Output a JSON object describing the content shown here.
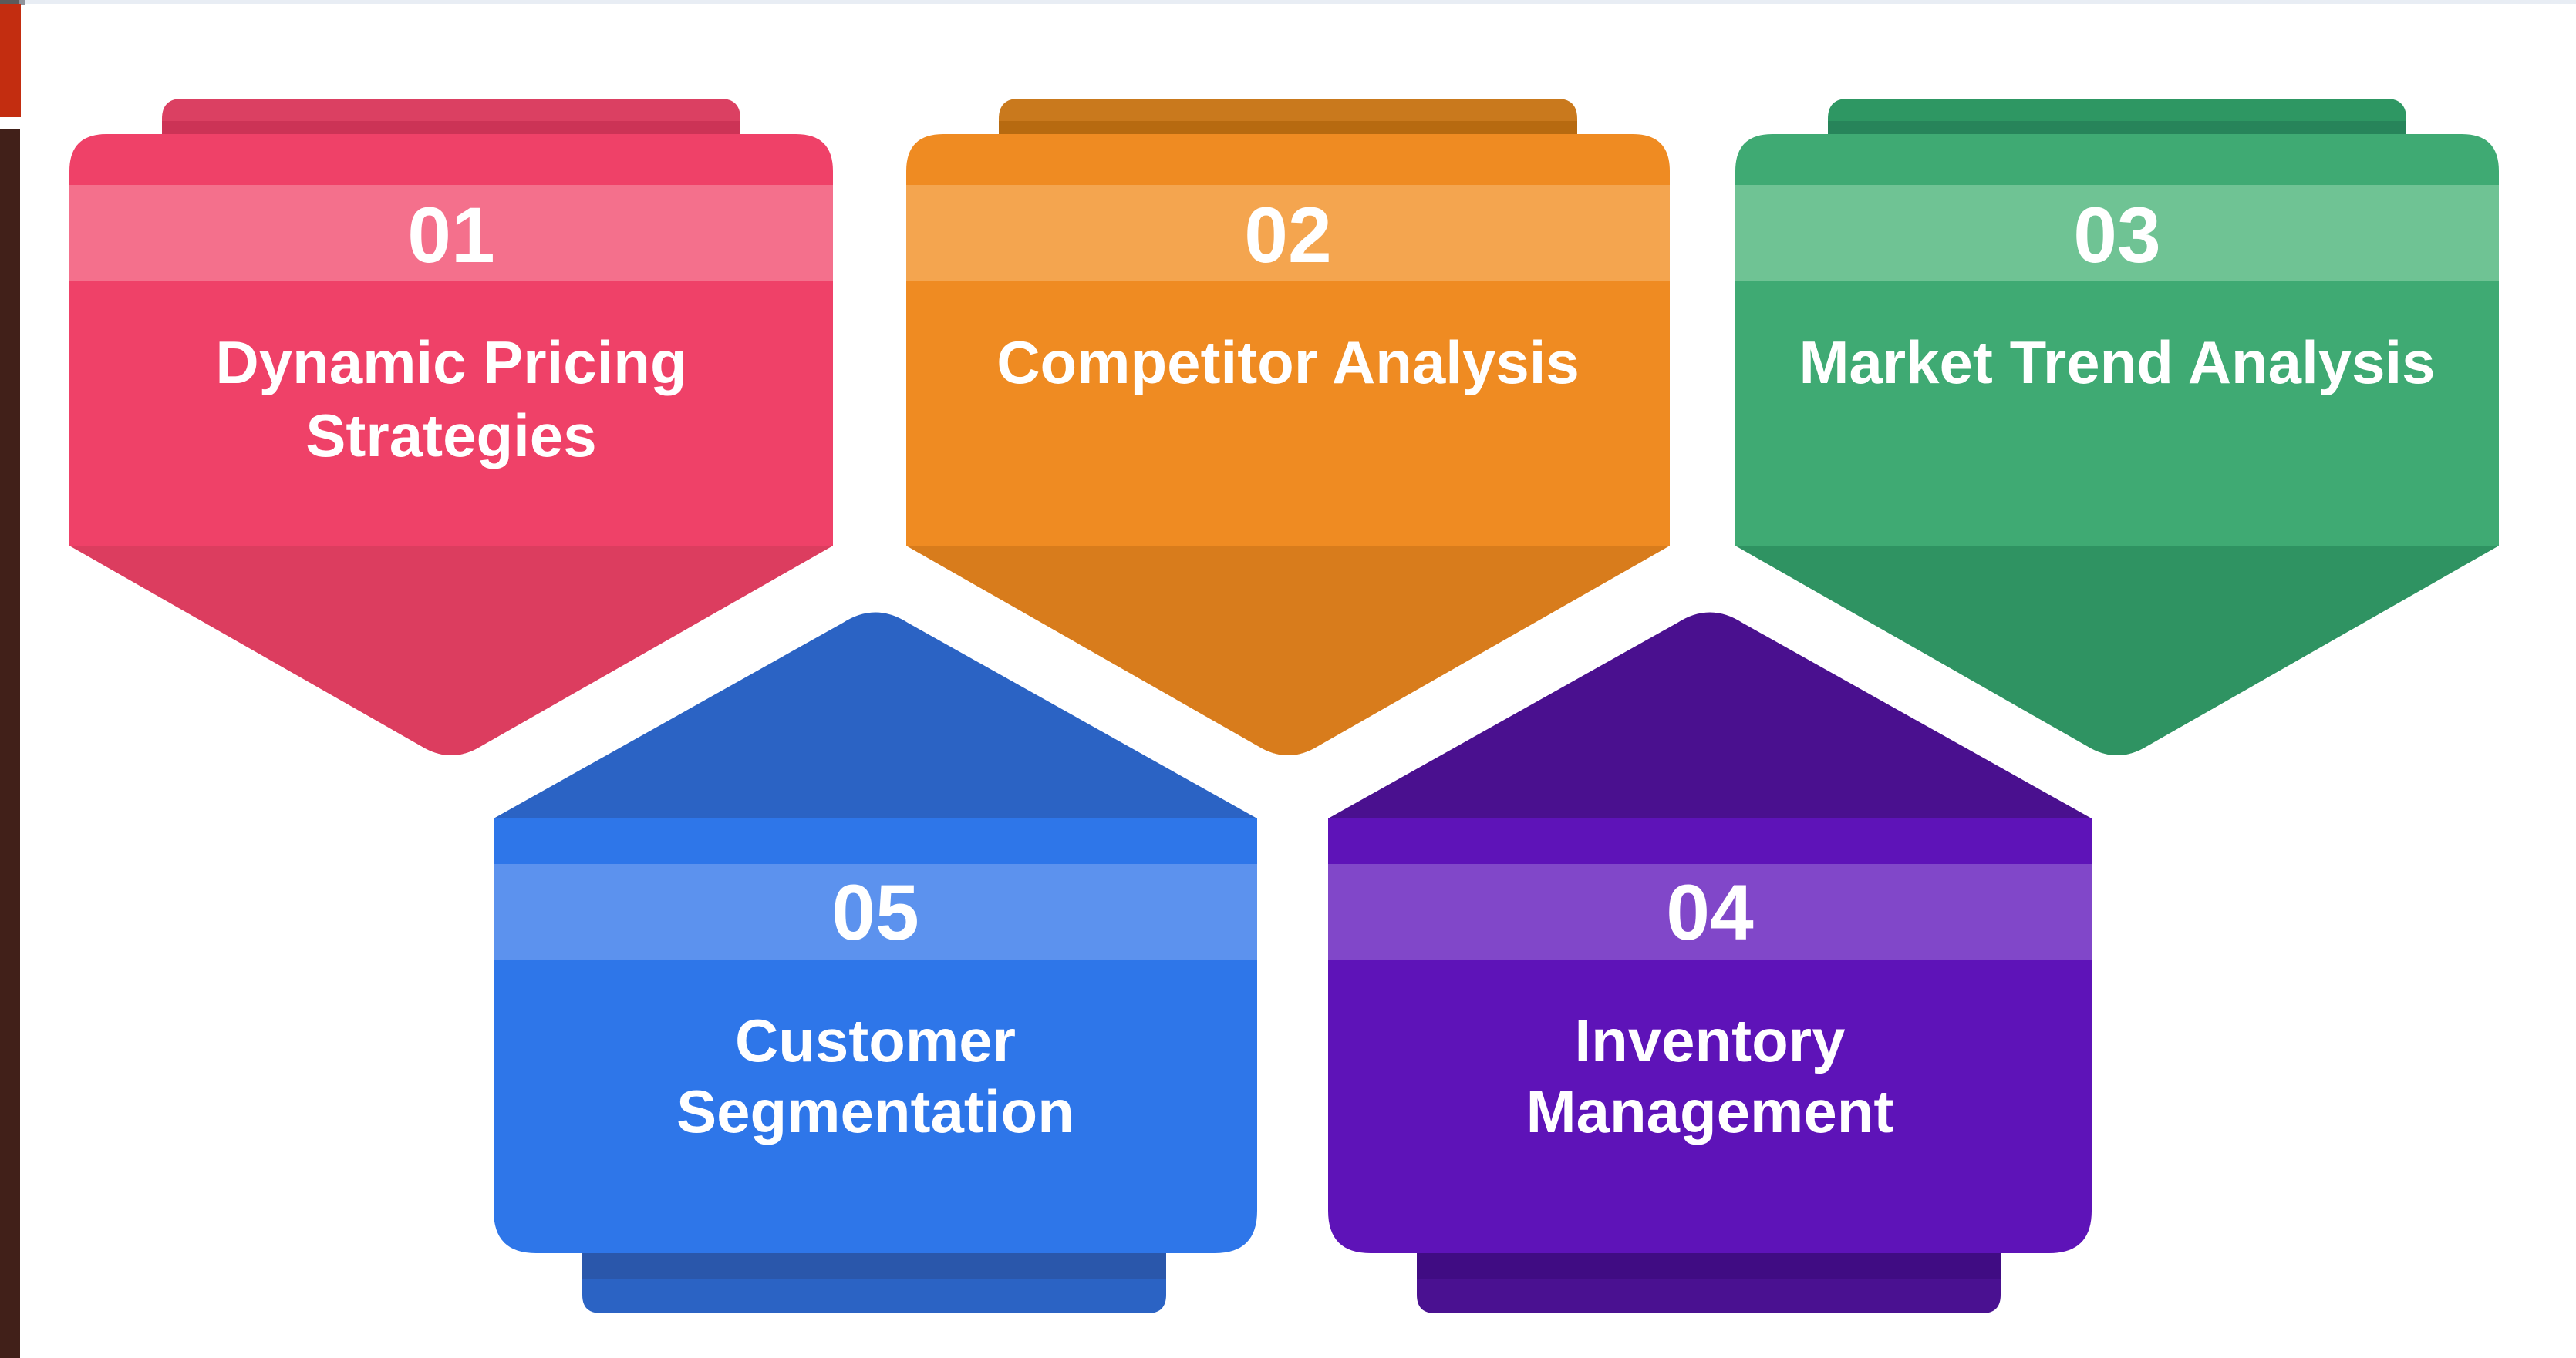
{
  "page": {
    "background": "#ffffff",
    "text_color": "#ffffff"
  },
  "chrome": {
    "top_line_color": "#e8edf4",
    "top_left_dark_segment_color": "#5b5b5b",
    "top_left_gray_segment_color": "#8f939b",
    "red_bar_color": "#c32d10",
    "brown_bar_color": "#412019"
  },
  "cards": [
    {
      "id": "card-01",
      "number": "01",
      "title": "Dynamic Pricing Strategies",
      "title_line1": "Dynamic Pricing",
      "title_line2": "Strategies",
      "row": "top",
      "colors": {
        "body": "#ef4168",
        "band": "#f4708c",
        "point": "#dc3d5f",
        "tab": "#db4062",
        "tab_edge": "#cc3356",
        "outline": "#ffffff"
      }
    },
    {
      "id": "card-02",
      "number": "02",
      "title": "Competitor Analysis",
      "title_line1": "Competitor Analysis",
      "row": "top",
      "colors": {
        "body": "#ef8b22",
        "band": "#f4a54f",
        "point": "#d87c1c",
        "tab": "#c9791d",
        "tab_edge": "#b76a10",
        "outline": "#ffffff"
      }
    },
    {
      "id": "card-03",
      "number": "03",
      "title": "Market Trend Analysis",
      "title_line1": "Market Trend Analysis",
      "row": "top",
      "colors": {
        "body": "#3faa73",
        "band": "#6fc394",
        "point": "#2f9362",
        "tab": "#2e9763",
        "tab_edge": "#27845a",
        "outline": "#ffffff"
      }
    },
    {
      "id": "card-04",
      "number": "04",
      "title": "Inventory Management",
      "title_line1": "Inventory",
      "title_line2": "Management",
      "row": "bottom",
      "colors": {
        "body": "#5e13b8",
        "band": "#8147c9",
        "roof": "#4a108f",
        "tab": "#4a1191",
        "tab_edge": "#400c83",
        "outline": "#ffffff"
      }
    },
    {
      "id": "card-05",
      "number": "05",
      "title": "Customer Segmentation",
      "title_line1": "Customer",
      "title_line2": "Segmentation",
      "row": "bottom",
      "colors": {
        "body": "#2e76e9",
        "band": "#5c92ee",
        "roof": "#2b63c4",
        "tab": "#2b63c4",
        "tab_edge": "#2a57ab",
        "outline": "#ffffff"
      }
    }
  ]
}
